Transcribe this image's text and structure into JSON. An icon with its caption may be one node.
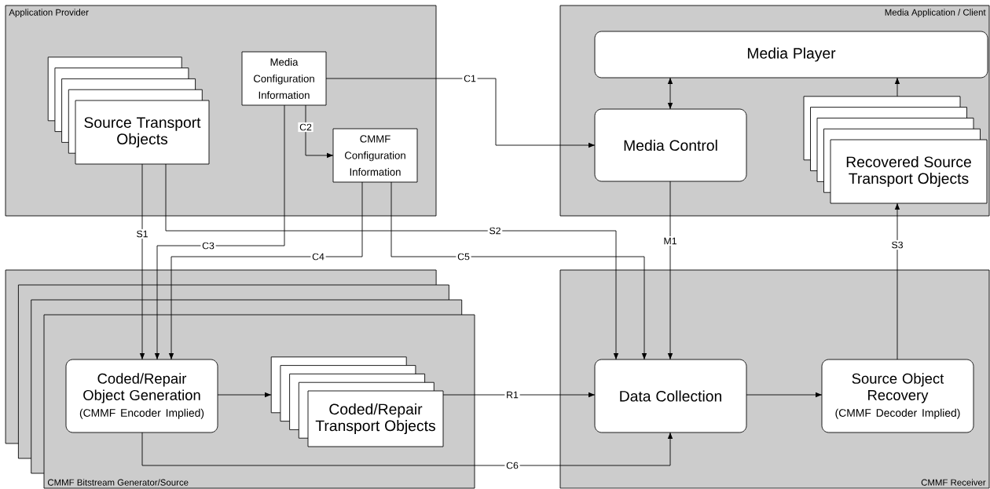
{
  "diagram": {
    "nodes": [
      {
        "text": [
          "Application Provider"
        ]
      },
      {
        "text": [
          "Source Transport Objects"
        ],
        "in": 0
      },
      {
        "text": [
          "Media Configuration Information"
        ],
        "in": 0
      },
      {
        "text": [
          "CMMF Configuration Information"
        ],
        "in": 0
      },
      {
        "text": [
          "Media Application / Client"
        ]
      },
      {
        "text": [
          "Media Player"
        ],
        "in": 4
      },
      {
        "text": [
          "Media Control"
        ],
        "in": 4
      },
      {
        "text": [
          "Recovered Source Transport Objects"
        ],
        "in": 4
      },
      {
        "text": [
          "CMMF Bitstream Generator/Source"
        ]
      },
      {
        "text": [
          "Coded/Repair Object Generation",
          "(CMMF Encoder Implied)"
        ],
        "in": 8
      },
      {
        "text": [
          "Coded/Repair Transport Objects"
        ],
        "in": 8
      },
      {
        "text": [
          "CMMF Receiver"
        ]
      },
      {
        "text": [
          "Data Collection"
        ],
        "in": 11
      },
      {
        "text": [
          "Source Object Recovery",
          "(CMMF Decoder Implied)"
        ],
        "in": 11
      }
    ],
    "edges": [
      {
        "from": 2,
        "to": 6,
        "arrow": "to",
        "label": "C1"
      },
      {
        "from": 2,
        "to": 3,
        "arrow": "to",
        "label": "C2"
      },
      {
        "from": 1,
        "to": 9,
        "arrow": "to",
        "label": "S1"
      },
      {
        "from": 1,
        "to": 12,
        "arrow": "to",
        "label": "S2"
      },
      {
        "from": 2,
        "to": 9,
        "arrow": "to",
        "label": "C3"
      },
      {
        "from": 3,
        "to": 9,
        "arrow": "to",
        "label": "C4"
      },
      {
        "from": 3,
        "to": 12,
        "arrow": "to",
        "label": "C5"
      },
      {
        "from": 6,
        "to": 12,
        "arrow": "to",
        "label": "M1"
      },
      {
        "from": 13,
        "to": 7,
        "arrow": "to",
        "label": "S3"
      },
      {
        "from": 5,
        "to": 6,
        "arrow": "both"
      },
      {
        "from": 7,
        "to": 5,
        "arrow": "to"
      },
      {
        "from": 9,
        "to": 10,
        "arrow": "to"
      },
      {
        "from": 10,
        "to": 12,
        "arrow": "to",
        "label": "R1"
      },
      {
        "from": 12,
        "to": 13,
        "arrow": "to"
      },
      {
        "from": 9,
        "to": 12,
        "arrow": "to",
        "label": "C6"
      }
    ]
  }
}
